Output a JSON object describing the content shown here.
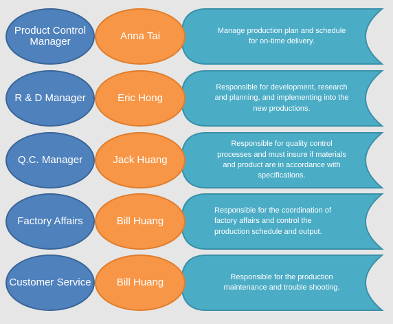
{
  "colors": {
    "background": "#e6e6e6",
    "role_fill": "#4f81bd",
    "role_stroke": "#3a6597",
    "person_fill": "#f79646",
    "person_stroke": "#e07d2c",
    "desc_fill": "#4bacc6",
    "desc_stroke": "#3a90a8"
  },
  "rows": [
    {
      "role": "Product Control Manager",
      "person": "Anna Tai",
      "description": "Manage production plan and schedule for on-time delivery."
    },
    {
      "role": "R & D Manager",
      "person": "Eric Hong",
      "description": "Responsible for development, research and planning, and implementing into the new productions."
    },
    {
      "role": "Q.C. Manager",
      "person": "Jack Huang",
      "description": "Responsible for quality control processes and must insure if materials and product are in accordance with specifications."
    },
    {
      "role": "Factory Affairs",
      "person": "Bill Huang",
      "description": "Responsible for the coordination of factory affairs and control the production schedule and output."
    },
    {
      "role": "Customer Service",
      "person": "Bill Huang",
      "description": "Responsible for the production maintenance and trouble shooting."
    }
  ]
}
